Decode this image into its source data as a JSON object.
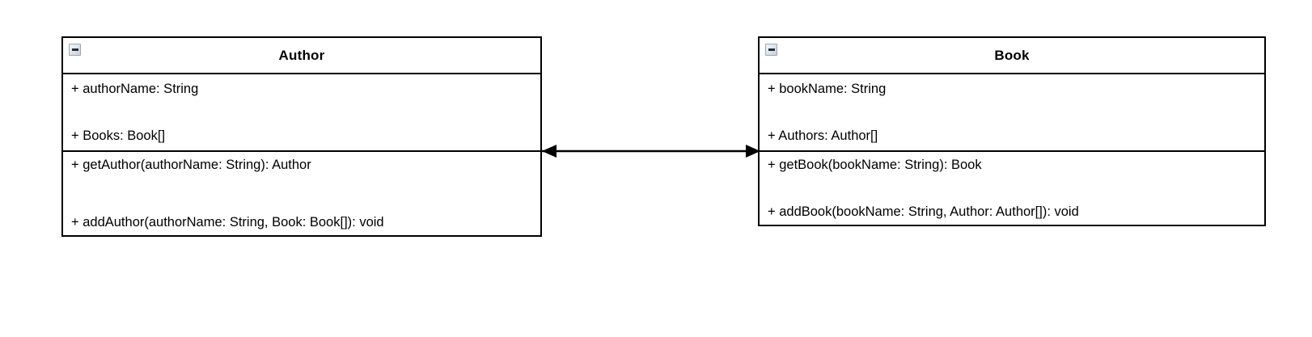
{
  "diagram": {
    "type": "uml-class-diagram",
    "background_color": "#ffffff",
    "line_color": "#000000"
  },
  "classes": [
    {
      "id": "author",
      "name": "Author",
      "collapse_icon": "collapse-minus-icon",
      "attributes": [
        "+ authorName: String",
        "+ Books: Book[]"
      ],
      "methods": [
        "+ getAuthor(authorName: String): Author",
        "+ addAuthor(authorName: String, Book: Book[]): void"
      ]
    },
    {
      "id": "book",
      "name": "Book",
      "collapse_icon": "collapse-minus-icon",
      "attributes": [
        "+ bookName: String",
        "+ Authors: Author[]"
      ],
      "methods": [
        "+ getBook(bookName: String): Book",
        "+ addBook(bookName: String, Author: Author[]): void"
      ]
    }
  ],
  "relationship": {
    "kind": "bidirectional-association",
    "source": "Author",
    "target": "Book",
    "label": "",
    "arrow_start": "open-filled-arrow",
    "arrow_end": "open-filled-arrow"
  }
}
